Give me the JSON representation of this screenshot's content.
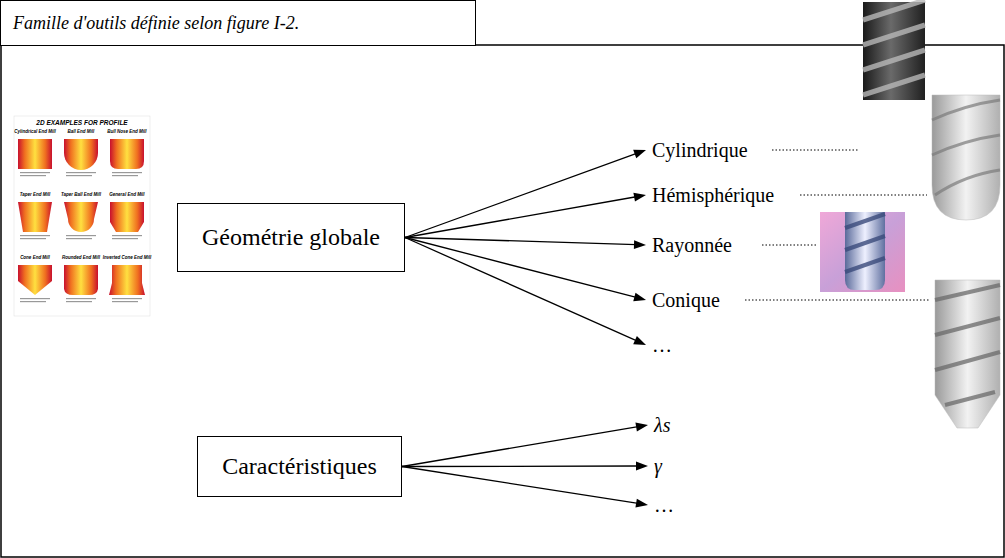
{
  "diagram": {
    "title": "Famille d'outils définie selon figure I-2.",
    "nodes": [
      {
        "text": [
          "Géométrie globale"
        ]
      },
      {
        "text": [
          "Cylindrique"
        ]
      },
      {
        "text": [
          "Hémisphérique"
        ]
      },
      {
        "text": [
          "Rayonnée"
        ]
      },
      {
        "text": [
          "Conique"
        ]
      },
      {
        "text": [
          "…"
        ]
      },
      {
        "text": [
          "Caractéristiques"
        ]
      },
      {
        "text": [
          "λs"
        ]
      },
      {
        "text": [
          "γ"
        ]
      },
      {
        "text": [
          "…"
        ]
      }
    ],
    "edges": [
      {
        "from": 0,
        "to": 1,
        "arrow": "to"
      },
      {
        "from": 0,
        "to": 2,
        "arrow": "to"
      },
      {
        "from": 0,
        "to": 3,
        "arrow": "to"
      },
      {
        "from": 0,
        "to": 4,
        "arrow": "to"
      },
      {
        "from": 0,
        "to": 5,
        "arrow": "to"
      },
      {
        "from": 6,
        "to": 7,
        "arrow": "to"
      },
      {
        "from": 6,
        "to": 8,
        "arrow": "to"
      },
      {
        "from": 6,
        "to": 9,
        "arrow": "to"
      }
    ],
    "labels": [
      "2D EXAMPLES FOR PROFILE",
      "Cylindrical End Mill",
      "Ball End Mill",
      "Bull Nose End Mill",
      "Taper End Mill",
      "Taper Ball End Mill",
      "General End Mill",
      "Cone End Mill",
      "Rounded End Mill",
      "Inverted Cone End Mill"
    ]
  }
}
